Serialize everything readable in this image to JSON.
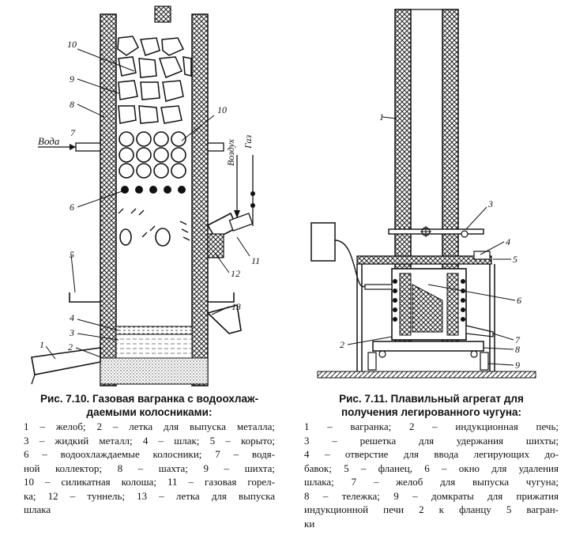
{
  "left_figure": {
    "caption_title": "Рис. 7.10. Газовая вагранка с водоохлаждаемыми колосниками:",
    "caption_title_lines": [
      "Рис. 7.10. Газовая вагранка с водоохлаж-",
      "даемыми колосниками:"
    ],
    "legend_lines": [
      "1 – желоб; 2 – летка для выпуска металла;",
      "3 – жидкий металл; 4 – шлак; 5 – корыто;",
      "6 – водоохлаждаемые колосники; 7 – водя-",
      "ной коллектор; 8 – шахта; 9 – шихта;",
      "10 – силикатная колоша; 11 – газовая горел-",
      "ка; 12 – туннель; 13 – летка для выпуска",
      "шлака"
    ],
    "labels": {
      "water": "Вода",
      "air": "Воздух",
      "gas": "Газ",
      "n1": "1",
      "n2": "2",
      "n3": "3",
      "n4": "4",
      "n5": "5",
      "n6": "6",
      "n7": "7",
      "n8": "8",
      "n9": "9",
      "n10a": "10",
      "n10b": "10",
      "n11": "11",
      "n12": "12",
      "n13": "13"
    }
  },
  "right_figure": {
    "caption_title": "Рис. 7.11. Плавильный агрегат для получения легированного чугуна:",
    "caption_title_lines": [
      "Рис. 7.11. Плавильный агрегат для",
      "получения легированного чугуна:"
    ],
    "legend_lines": [
      "1 – вагранка; 2 – индукционная печь;",
      "3 – решетка для удержания шихты;",
      "4 – отверстие для ввода легирующих до-",
      "бавок; 5 – фланец, 6 – окно для удаления",
      "шлака; 7 – желоб для выпуска чугуна;",
      "8 – тележка; 9 – домкраты для прижатия",
      "индукционной печи 2 к фланцу 5 вагран-",
      "ки"
    ],
    "labels": {
      "n1": "1",
      "n2": "2",
      "n3": "3",
      "n4": "4",
      "n5": "5",
      "n6": "6",
      "n7": "7",
      "n8": "8",
      "n9": "9"
    }
  }
}
